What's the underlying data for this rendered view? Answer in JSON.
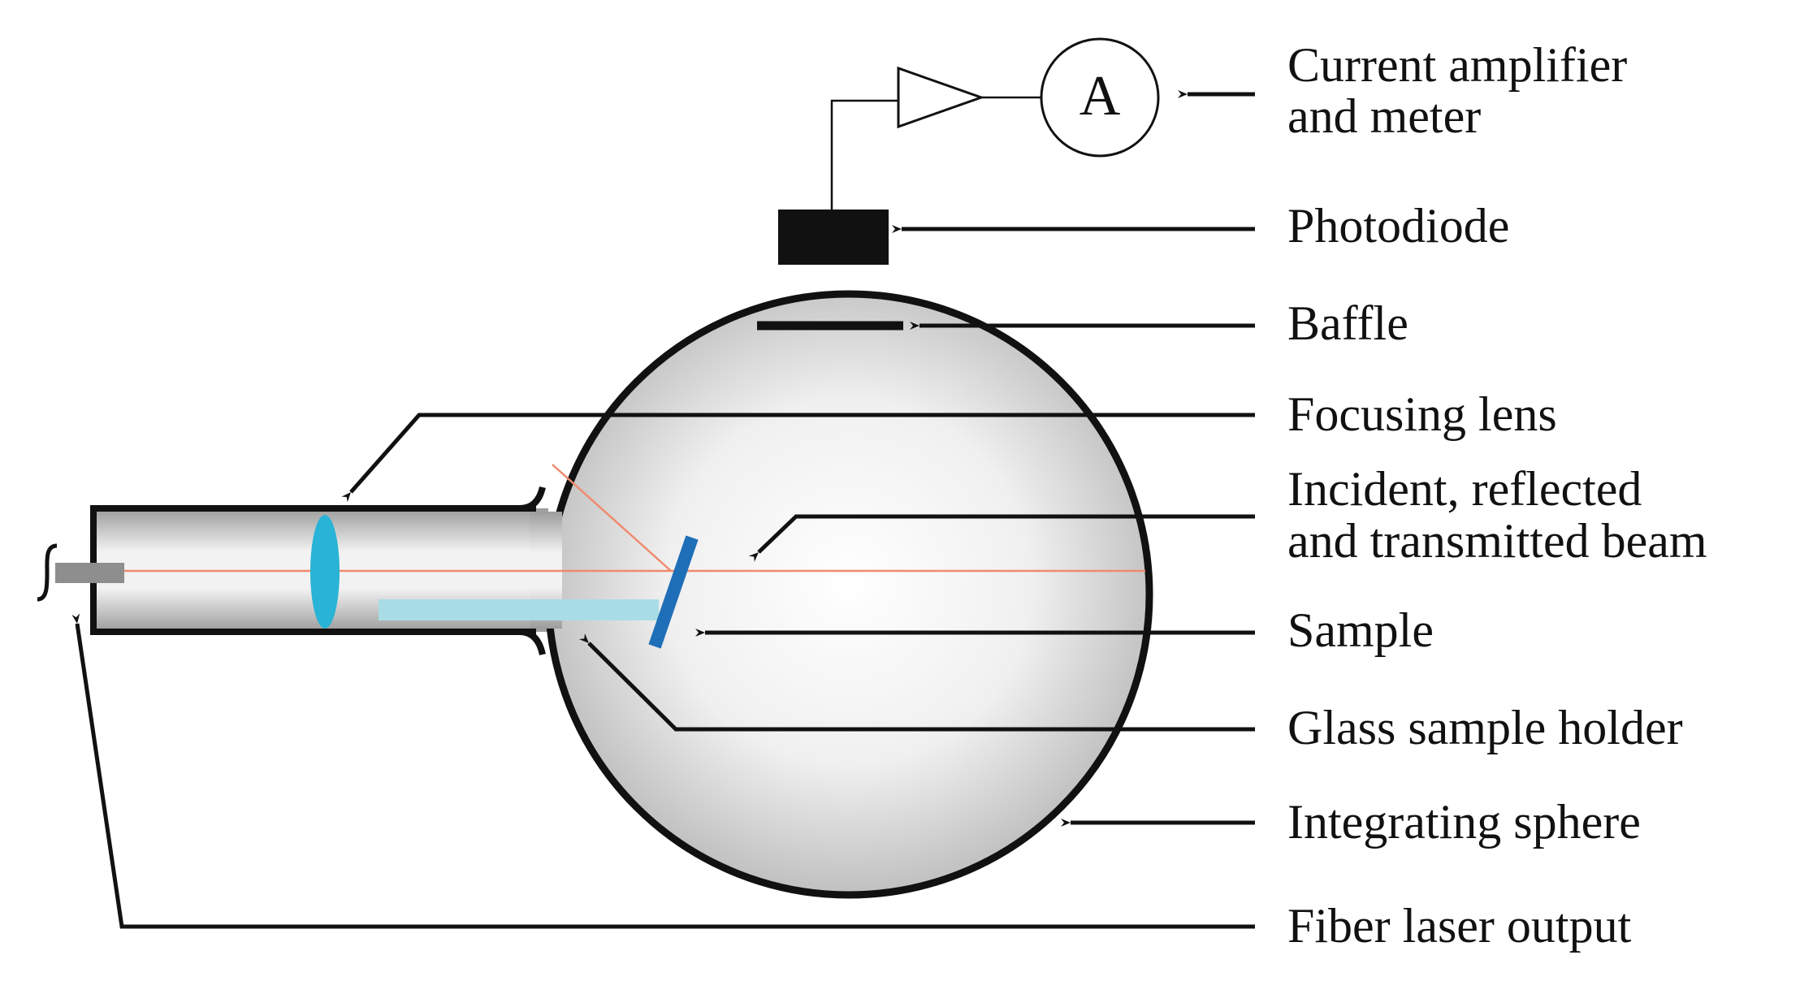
{
  "meter": {
    "symbol": "A"
  },
  "labels": {
    "amplifier": [
      "Current amplifier",
      "and meter"
    ],
    "photodiode": "Photodiode",
    "baffle": "Baffle",
    "focusing_lens": "Focusing lens",
    "beam": [
      "Incident, reflected",
      "and transmitted beam"
    ],
    "sample": "Sample",
    "glass_holder": "Glass sample holder",
    "sphere": "Integrating sphere",
    "fiber": "Fiber laser output"
  },
  "colors": {
    "outline": "#111111",
    "beam": "#f08a6e",
    "lens": "#29b3d6",
    "sample": "#1f6fb8",
    "glass_holder": "#a9dde6"
  }
}
